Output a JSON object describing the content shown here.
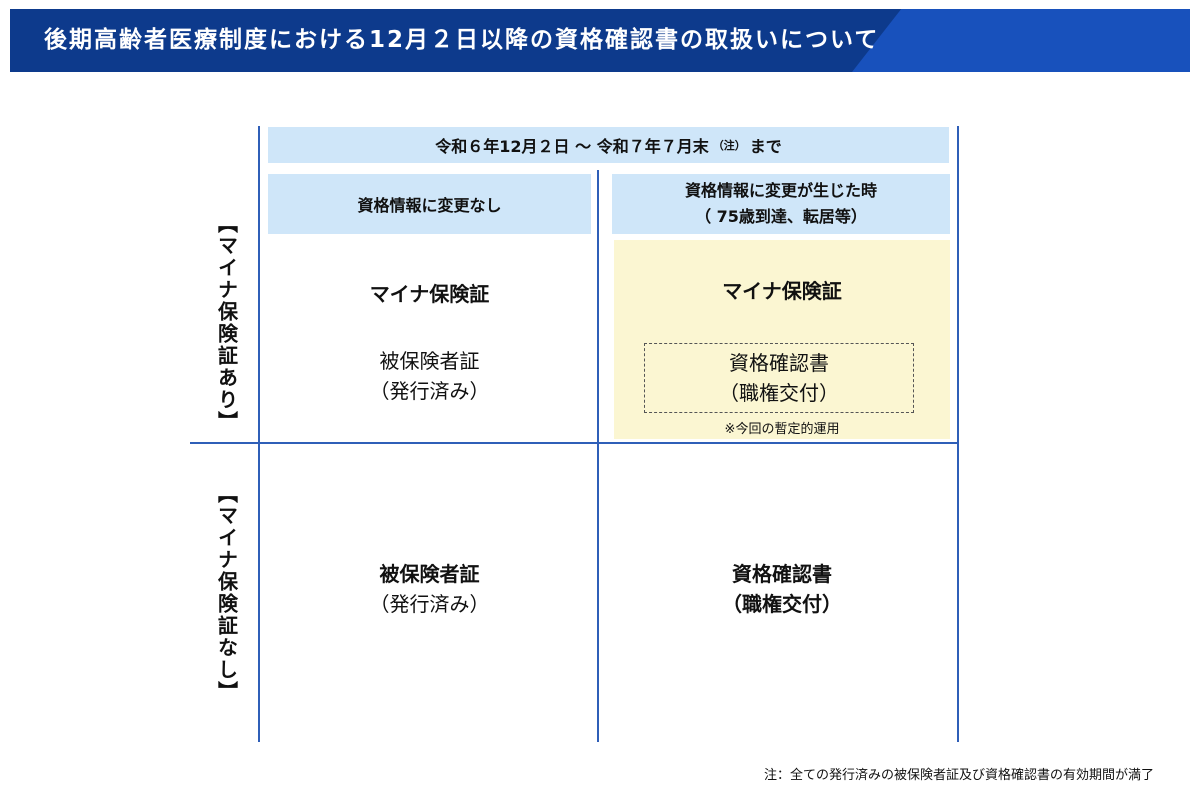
{
  "title": "後期高齢者医療制度における12月２日以降の資格確認書の取扱いについて",
  "period": {
    "main": "令和６年12月２日 ～ 令和７年７月末",
    "note_marker": "（注）",
    "suffix": "まで"
  },
  "columns": {
    "no_change": "資格情報に変更なし",
    "changed_line1": "資格情報に変更が生じた時",
    "changed_line2": "（ 75歳到達、転居等）"
  },
  "rows": {
    "with_mynacard": "【マイナ保険証あり】",
    "without_mynacard": "【マイナ保険証なし】"
  },
  "cells": {
    "top_left": {
      "heading": "マイナ保険証",
      "sub_line1": "被保険者証",
      "sub_line2": "（発行済み）"
    },
    "top_right": {
      "heading": "マイナ保険証",
      "box_line1": "資格確認書",
      "box_line2": "（職権交付）",
      "footnote": "※今回の暫定的運用"
    },
    "bottom_left": {
      "line1": "被保険者証",
      "line2": "（発行済み）"
    },
    "bottom_right": {
      "line1": "資格確認書",
      "line2": "（職権交付）"
    }
  },
  "footer_note": "注：全ての発行済みの被保険者証及び資格確認書の有効期間が満了",
  "colors": {
    "header_bg": "#0d3a8c",
    "band_bg": "#cfe6f9",
    "highlight_bg": "#fbf6d2",
    "grid_line": "#2f5fb8"
  }
}
